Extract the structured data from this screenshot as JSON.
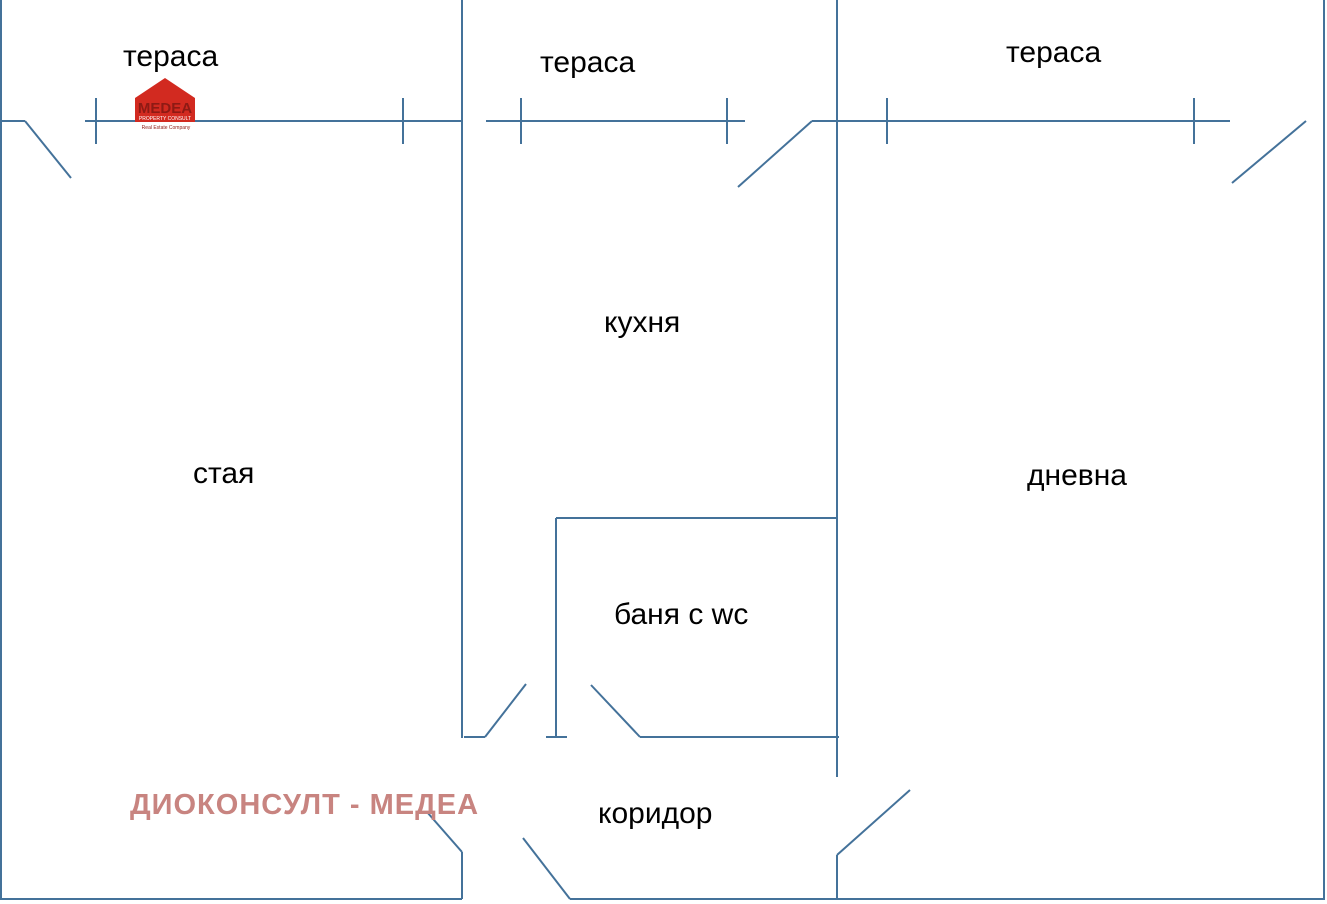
{
  "colors": {
    "wall": "#44729a",
    "label": "#000000",
    "watermark": "#c88480",
    "logo_red": "#d22a20",
    "logo_dark_red": "#8e1a14"
  },
  "rooms": {
    "terrace_left": "тераса",
    "terrace_middle": "тераса",
    "terrace_right": "тераса",
    "kitchen": "кухня",
    "room": "стая",
    "living_room": "дневна",
    "bathroom": "баня с wc",
    "corridor": "коридор"
  },
  "watermark": {
    "text": "ДИОКОНСУЛТ - МЕДЕА"
  },
  "logo": {
    "icon": "house-roof-icon",
    "name": "MEDEA",
    "tagline": "PROPERTY CONSULT",
    "subtitle": "Real Estate Company"
  }
}
